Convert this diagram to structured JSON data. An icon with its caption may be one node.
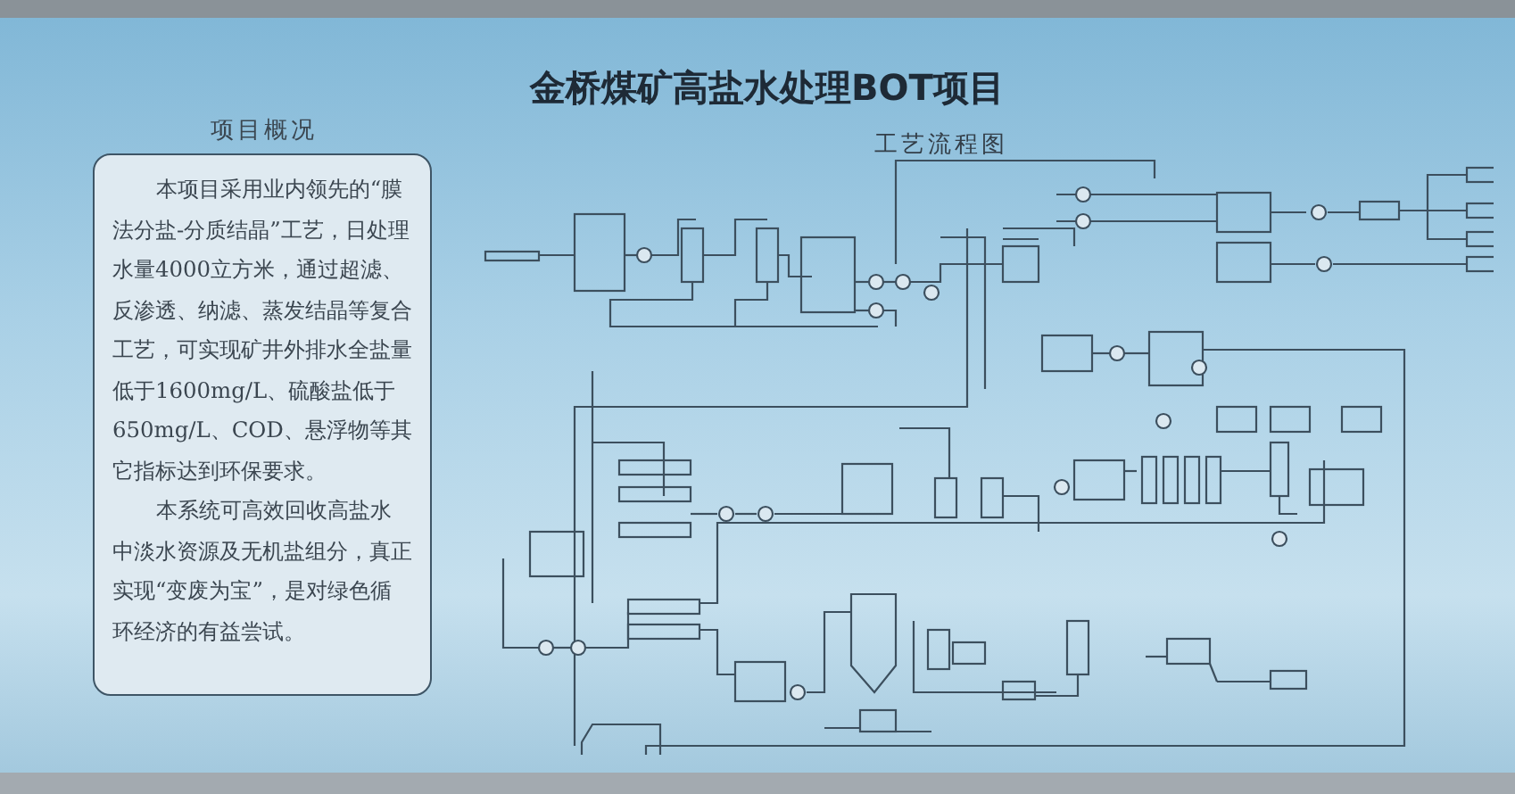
{
  "diagram": {
    "title": "金桥煤矿高盐水处理BOT项目",
    "nodes": [
      {
        "text": [
          "项目概况",
          "本项目采用业内领先的“膜法分盐-分质结晶”工艺，日处理水量4000立方米，通过超滤、反渗透、纳滤、蒸发结晶等复合工艺，可实现矿井外排水全盐量低于1600mg/L、硫酸盐低于650mg/L、COD、悬浮物等其它指标达到环保要求。",
          "本系统可高效回收高盐水中淡水资源及无机盐组分，真正实现“变废为宝”，是对绿色循环经济的有益尝试。"
        ]
      }
    ],
    "labels": [
      "工艺流程图"
    ]
  }
}
